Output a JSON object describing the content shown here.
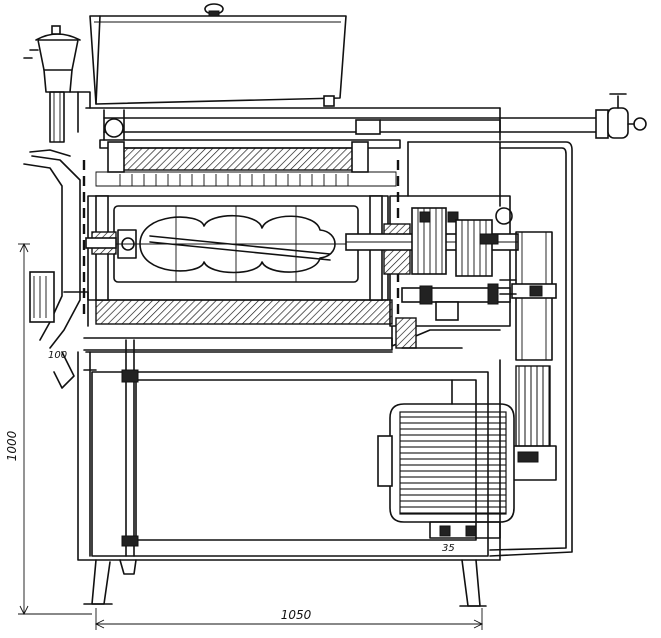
{
  "labels": {
    "height_dim": "1000",
    "width_dim": "1050",
    "detail_100": "100",
    "detail_35": "35"
  }
}
